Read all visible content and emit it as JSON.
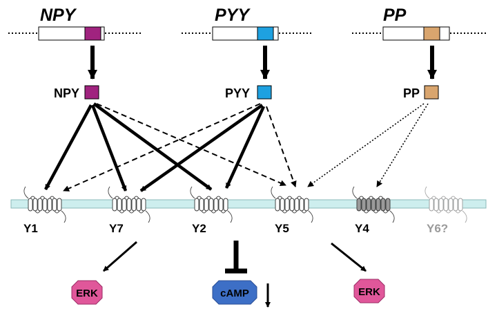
{
  "genes": [
    {
      "id": "npy",
      "label": "NPY",
      "color": "#a0237f"
    },
    {
      "id": "pyy",
      "label": "PYY",
      "color": "#1ea1e0"
    },
    {
      "id": "pp",
      "label": "PP",
      "color": "#d9a56e"
    }
  ],
  "peptides": [
    {
      "id": "npy",
      "label": "NPY",
      "color": "#a0237f"
    },
    {
      "id": "pyy",
      "label": "PYY",
      "color": "#1ea1e0"
    },
    {
      "id": "pp",
      "label": "PP",
      "color": "#d9a56e"
    }
  ],
  "receptors": [
    {
      "id": "y1",
      "label": "Y1",
      "style": "normal"
    },
    {
      "id": "y7",
      "label": "Y7",
      "style": "normal"
    },
    {
      "id": "y2",
      "label": "Y2",
      "style": "normal"
    },
    {
      "id": "y5",
      "label": "Y5",
      "style": "normal"
    },
    {
      "id": "y4",
      "label": "Y4",
      "style": "dark"
    },
    {
      "id": "y6",
      "label": "Y6?",
      "style": "faded"
    }
  ],
  "outputs": [
    {
      "id": "erk-left",
      "label": "ERK",
      "color": "#e0579a"
    },
    {
      "id": "camp",
      "label": "cAMP",
      "color": "#3d6fc6"
    },
    {
      "id": "erk-right",
      "label": "ERK",
      "color": "#e0579a"
    }
  ],
  "colors": {
    "membrane": "#cdeeee",
    "membrane_border": "#8ab8b8"
  }
}
